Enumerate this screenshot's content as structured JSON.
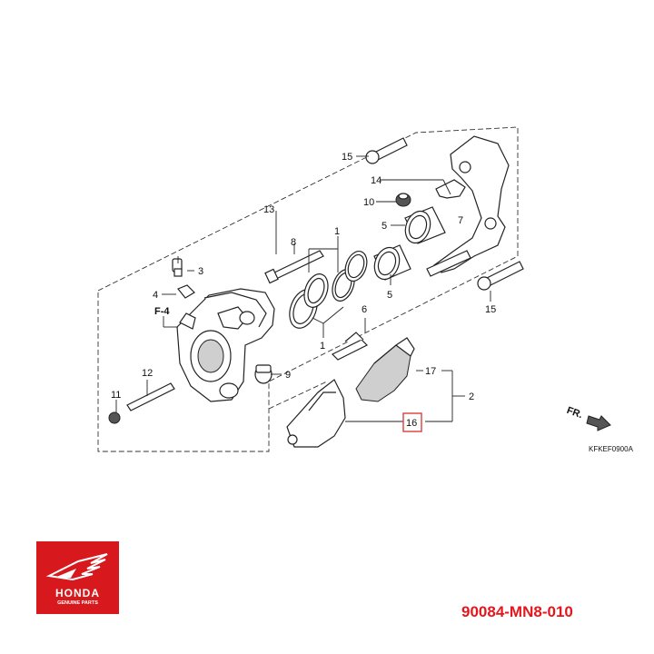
{
  "diagram": {
    "callouts": {
      "c1a": "1",
      "c1b": "1",
      "c2": "2",
      "c3": "3",
      "c4": "4",
      "c5a": "5",
      "c5b": "5",
      "c6": "6",
      "c7": "7",
      "c8": "8",
      "c9": "9",
      "c10": "10",
      "c11": "11",
      "c12": "12",
      "c13": "13",
      "c14": "14",
      "c15a": "15",
      "c15b": "15",
      "c16": "16",
      "c17": "17"
    },
    "f_mark": "F-4",
    "front_mark": "FR.",
    "drawing_code": "KFKEF0900A",
    "highlight_color": "#e04848"
  },
  "logo": {
    "brand": "HONDA",
    "tagline": "GENUINE PARTS",
    "color": "#d7191d"
  },
  "part_number": "90084-MN8-010",
  "part_number_color": "#e3171d"
}
